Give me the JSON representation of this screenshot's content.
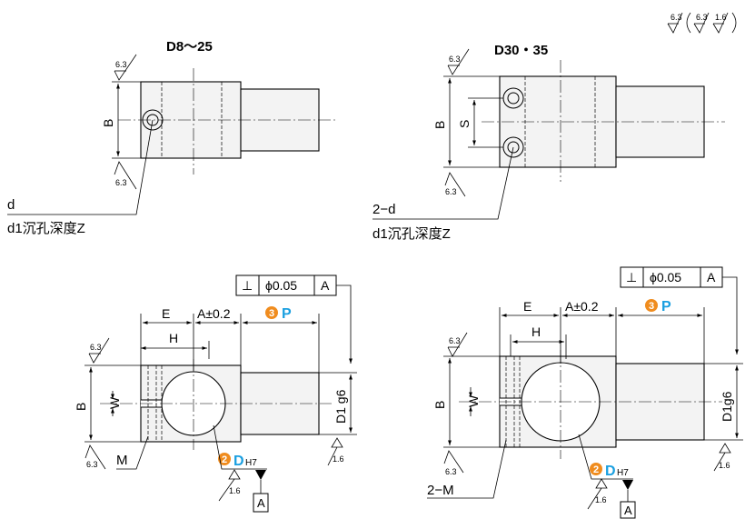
{
  "roughness_header": {
    "main": "6.3",
    "alt1": "6.3",
    "alt2": "1.6"
  },
  "top_left": {
    "title": "D8～25",
    "dim_b": "B",
    "roughness_top": "6.3",
    "roughness_bottom": "6.3",
    "callout_d": "d",
    "callout_d1": "d1沉孔深度Z"
  },
  "top_right": {
    "title": "D30・35",
    "dim_b": "B",
    "dim_s": "S",
    "roughness_top": "6.3",
    "roughness_bottom": "6.3",
    "callout_d": "2−d",
    "callout_d1": "d1沉孔深度Z"
  },
  "bottom_left": {
    "tol_symbol": "⊥",
    "tol_value": "ϕ0.05",
    "tol_datum": "A",
    "dim_e": "E",
    "dim_a": "A±0.2",
    "dim_h": "H",
    "badge_p": "3",
    "label_p": "P",
    "dim_b": "B",
    "dim_w": "W",
    "dim_d1": "D1 g6",
    "label_m": "M",
    "badge_d": "2",
    "label_d": "D",
    "label_d_tol": "H7",
    "datum": "A",
    "r_top": "6.3",
    "r_bottom": "6.3",
    "r_d": "1.6",
    "r_d1": "1.6"
  },
  "bottom_right": {
    "tol_symbol": "⊥",
    "tol_value": "ϕ0.05",
    "tol_datum": "A",
    "dim_e": "E",
    "dim_a": "A±0.2",
    "dim_h": "H",
    "badge_p": "3",
    "label_p": "P",
    "dim_b": "B",
    "dim_w": "W",
    "dim_d1": "D1g6",
    "label_m": "2−M",
    "badge_d": "2",
    "label_d": "D",
    "label_d_tol": "H7",
    "datum": "A",
    "r_top": "6.3",
    "r_bottom": "6.3",
    "r_d": "1.6",
    "r_d1": "1.6"
  }
}
